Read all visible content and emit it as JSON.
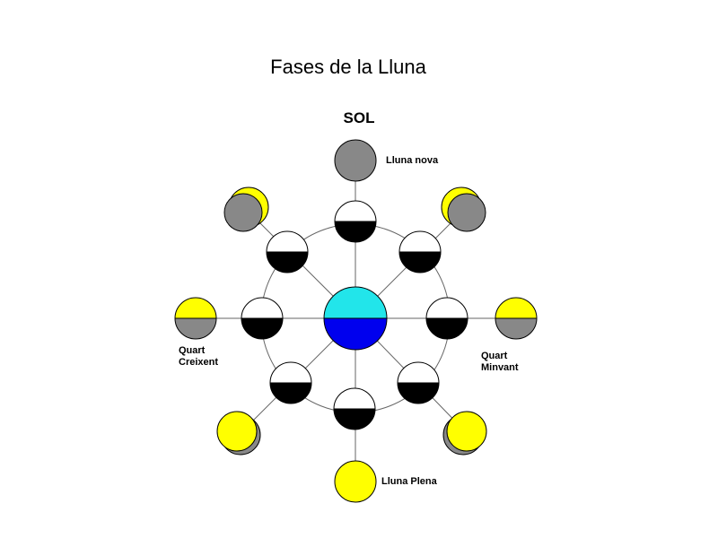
{
  "title": "Fases de la Lluna",
  "sun_label": "SOL",
  "labels": {
    "new_moon": "Lluna nova",
    "full_moon": "Lluna Plena",
    "first_quarter_line1": "Quart",
    "first_quarter_line2": "Creixent",
    "last_quarter_line1": "Quart",
    "last_quarter_line2": "Minvant"
  },
  "colors": {
    "earth_day": "#22e5ea",
    "earth_night": "#0000ee",
    "moon_lit_orbit": "#ffffff",
    "moon_dark_orbit": "#000000",
    "phase_lit": "#ffff00",
    "phase_dark": "#888888",
    "line": "#666666"
  }
}
